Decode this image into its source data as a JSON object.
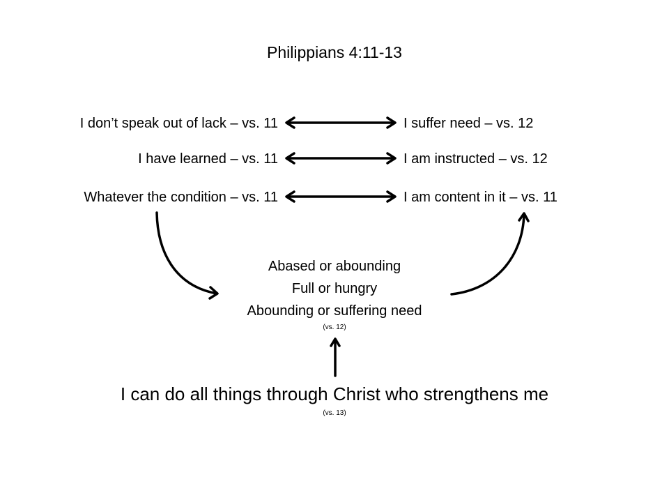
{
  "title": "Philippians 4:11-13",
  "pairs": [
    {
      "left": "I don’t speak out of lack – vs. 11",
      "right": "I suffer need – vs. 12"
    },
    {
      "left": "I have learned – vs. 11",
      "right": "I am instructed – vs. 12"
    },
    {
      "left": "Whatever the condition – vs. 11",
      "right": "I am content in it – vs. 11"
    }
  ],
  "conditions": {
    "lines": [
      "Abased or abounding",
      "Full or hungry",
      "Abounding or suffering need"
    ],
    "reference": "(vs. 12)"
  },
  "foundation": {
    "text": "I can do all things through Christ who strengthens me",
    "reference": "(vs. 13)"
  },
  "icons": {
    "pair_connector": "double-headed-arrow",
    "condition_to_circumstances": "curved-arrow-down-right",
    "circumstances_to_content": "curved-arrow-up-right",
    "foundation_support": "arrow-up"
  }
}
